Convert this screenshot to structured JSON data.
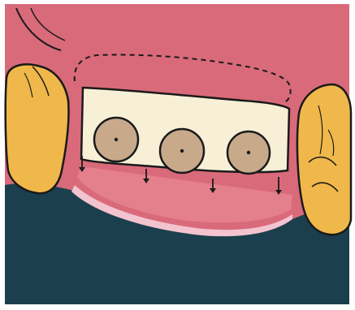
{
  "figure": {
    "kind": "dental-illustration",
    "implant_count": 3,
    "arrow_count": 4,
    "elements": [
      {
        "name": "gingiva",
        "icon": "gum-tissue"
      },
      {
        "name": "left-tooth",
        "icon": "molar-tooth"
      },
      {
        "name": "right-tooth",
        "icon": "molar-tooth"
      },
      {
        "name": "bar-prosthesis",
        "icon": "implant-bar"
      },
      {
        "name": "implant-heads",
        "icon": "implant-head"
      },
      {
        "name": "pressure-arrows",
        "icon": "down-arrow"
      },
      {
        "name": "planned-outline",
        "icon": "dashed-outline"
      }
    ]
  },
  "colors": {
    "background_dark": "#1b3f4c",
    "gum": "#d96a7a",
    "gum_light": "#e47f8c",
    "gum_margin_pink": "#f3c3cf",
    "tooth": "#f0b84a",
    "tooth_shadow": "#d99a33",
    "bar": "#f8f0d6",
    "implant_head": "#c8a98a",
    "outline": "#1a1a1a"
  }
}
